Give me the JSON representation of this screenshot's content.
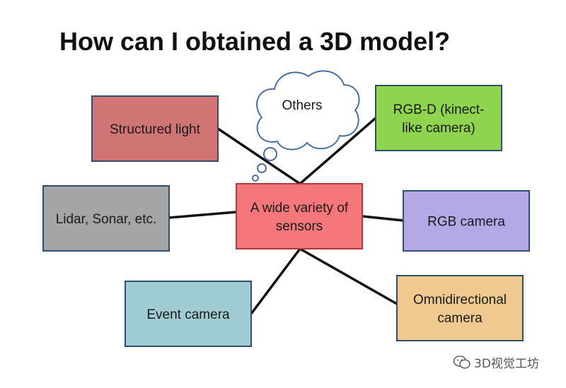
{
  "title": "How can I obtained a 3D model?",
  "center": {
    "lines": [
      "A wide variety of",
      "sensors"
    ],
    "fill": "#f5777c"
  },
  "cloud": {
    "lines": [
      "Others"
    ]
  },
  "nodes": [
    {
      "id": "structured-light",
      "lines": [
        "Structured light"
      ],
      "fill": "#d07474"
    },
    {
      "id": "rgbd",
      "lines": [
        "RGB-D (kinect-",
        "like camera)"
      ],
      "fill": "#8fd44f"
    },
    {
      "id": "lidar",
      "lines": [
        "Lidar, Sonar, etc."
      ],
      "fill": "#a5a5a5"
    },
    {
      "id": "rgb-camera",
      "lines": [
        "RGB camera"
      ],
      "fill": "#b4a9e6"
    },
    {
      "id": "event-camera",
      "lines": [
        "Event camera"
      ],
      "fill": "#9fcbd3"
    },
    {
      "id": "omnidirectional",
      "lines": [
        "Omnidirectional",
        "camera"
      ],
      "fill": "#efc98f"
    }
  ],
  "watermark": {
    "text": "3D视觉工坊"
  }
}
